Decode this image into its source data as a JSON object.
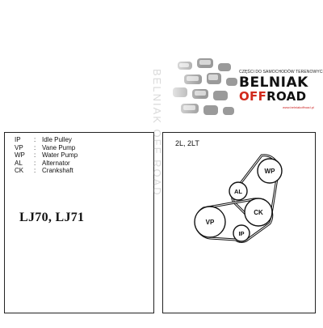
{
  "logo": {
    "tagline": "CZĘŚCI DO SAMOCHODÓW TERENOWYCH",
    "name_part1": "BELNIAK",
    "name_off": "OFF",
    "name_road": "ROAD",
    "url": "www.belniakoffroad.pl",
    "colors": {
      "accent": "#d12a1c",
      "text": "#111111"
    }
  },
  "watermark": "BELNIAK OFF ROAD",
  "legend": [
    {
      "code": "IP",
      "name": "Idle Pulley"
    },
    {
      "code": "VP",
      "name": "Vane Pump"
    },
    {
      "code": "WP",
      "name": "Water Pump"
    },
    {
      "code": "AL",
      "name": "Alternator"
    },
    {
      "code": "CK",
      "name": "Crankshaft"
    }
  ],
  "model": "LJ70, LJ71",
  "engine": "2L, 2LT",
  "pulleys": {
    "wp": "WP",
    "al": "AL",
    "ck": "CK",
    "vp": "VP",
    "ip": "IP"
  }
}
